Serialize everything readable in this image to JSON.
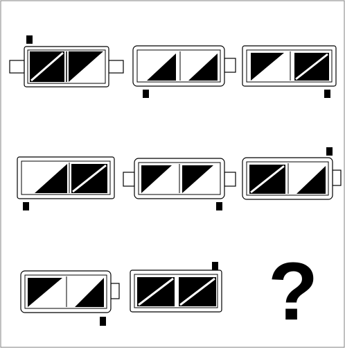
{
  "puzzle": {
    "question_mark": "?",
    "colors": {
      "ink": "#000000",
      "paper": "#ffffff",
      "frame": "#808080"
    },
    "grid": [
      {
        "row": 1,
        "col": 1,
        "terminals": "both",
        "cells": [
          [
            "full-diag"
          ],
          [
            "tri-upper-left"
          ]
        ],
        "marker": "top-left"
      },
      {
        "row": 1,
        "col": 2,
        "terminals": "right",
        "cells": [
          [
            "tri-lower-right"
          ],
          [
            "tri-lower-right"
          ]
        ],
        "marker": "bottom-left"
      },
      {
        "row": 1,
        "col": 3,
        "terminals": "none",
        "cells": [
          [
            "tri-upper-left"
          ],
          [
            "full-diag"
          ]
        ],
        "marker": "bottom-right"
      },
      {
        "row": 2,
        "col": 1,
        "terminals": "none",
        "cells": [
          [
            "tri-lower-right"
          ],
          [
            "full-diag"
          ]
        ],
        "marker": "bottom-left"
      },
      {
        "row": 2,
        "col": 2,
        "terminals": "both",
        "cells": [
          [
            "tri-upper-left"
          ],
          [
            "tri-upper-left"
          ]
        ],
        "marker": "bottom-right"
      },
      {
        "row": 2,
        "col": 3,
        "terminals": "right",
        "cells": [
          [
            "full-diag"
          ],
          [
            "tri-lower-right"
          ]
        ],
        "marker": "top-right"
      },
      {
        "row": 3,
        "col": 1,
        "terminals": "right",
        "cells": [
          [
            "tri-upper-left"
          ],
          [
            "tri-lower-right"
          ]
        ],
        "marker": "bottom-right"
      },
      {
        "row": 3,
        "col": 2,
        "terminals": "none",
        "cells": [
          [
            "full-diag"
          ],
          [
            "full-diag"
          ]
        ],
        "marker": "top-right"
      },
      {
        "row": 3,
        "col": 3,
        "answer": "?"
      }
    ]
  }
}
